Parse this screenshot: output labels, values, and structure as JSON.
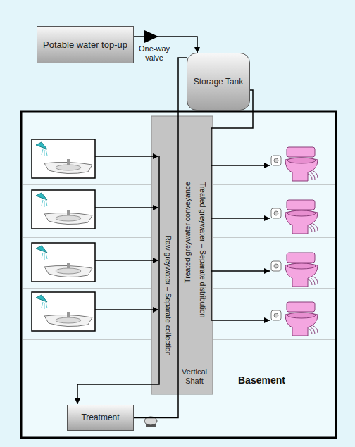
{
  "diagram": {
    "nodes": [
      {
        "text": [
          "Potable water top-up"
        ]
      },
      {
        "text": [
          "Storage Tank"
        ]
      },
      {
        "text": [
          "Vertical Shaft"
        ]
      },
      {
        "text": [
          "Treatment"
        ]
      }
    ],
    "edges": [
      {
        "from": 0,
        "to": 1,
        "arrow": "to"
      },
      {
        "from": 3,
        "to": 1,
        "arrow": "none"
      }
    ],
    "labels": [
      "One-way valve",
      "Raw greywater – Separate collection",
      "Treated greywater conveyance",
      "Treated greywater – Separate distribution",
      "Basement"
    ]
  }
}
